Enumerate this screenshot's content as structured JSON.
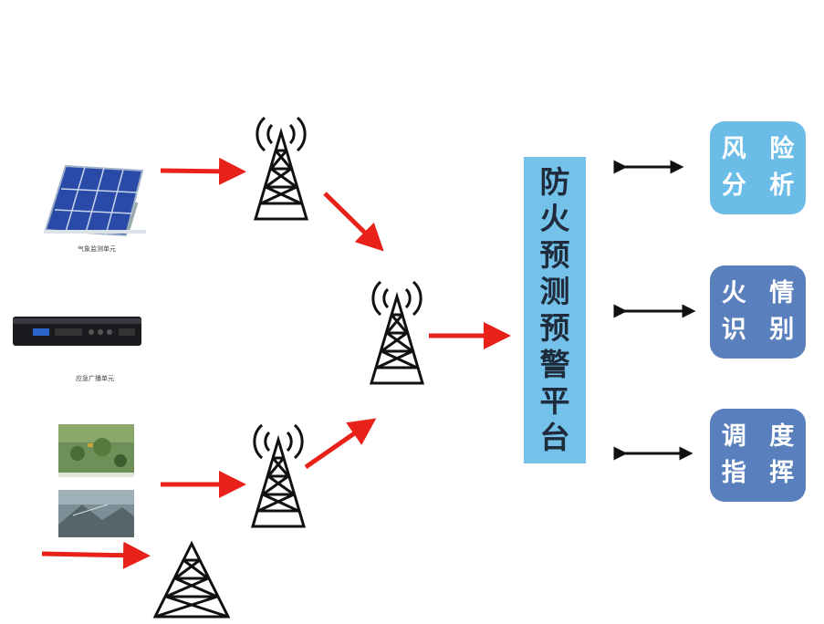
{
  "devices": {
    "solar_caption": "气象监测单元",
    "rack_caption": "应急广播单元"
  },
  "platform": {
    "chars": [
      "防",
      "火",
      "预",
      "测",
      "预",
      "警",
      "平",
      "台"
    ]
  },
  "functions": [
    {
      "line1": "风 险",
      "line2": "分 析",
      "color": "#6bbde8"
    },
    {
      "line1": "火 情",
      "line2": "识 别",
      "color": "#5a7fbd"
    },
    {
      "line1": "调 度",
      "line2": "指 挥",
      "color": "#5a7fbd"
    }
  ],
  "colors": {
    "arrow": "#e8211a",
    "tower": "#111111",
    "platform": "#74c2ea"
  }
}
